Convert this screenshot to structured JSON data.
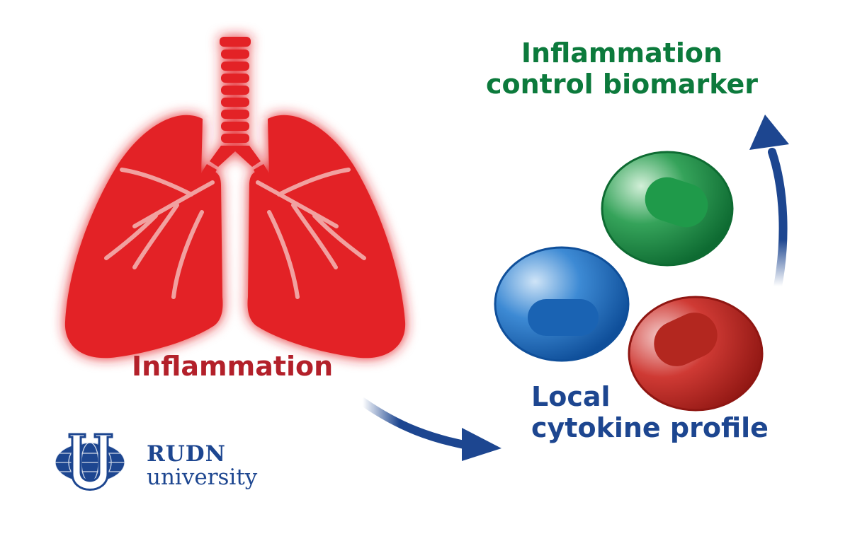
{
  "labels": {
    "inflammation": "Inflammation",
    "biomarker_line1": "Inflammation",
    "biomarker_line2": "control biomarker",
    "cytokine_line1": "Local",
    "cytokine_line2": "cytokine profile"
  },
  "logo": {
    "name": "RUDN",
    "subtitle": "university"
  },
  "colors": {
    "lung_red": "#e32226",
    "inflammation_text": "#b3202a",
    "biomarker_text": "#0c7a3c",
    "cytokine_text": "#1d4690",
    "arrow_blue": "#1d4690",
    "cell_blue": "#1f6fc0",
    "cell_green": "#1f9a4a",
    "cell_red": "#c0261f",
    "logo_blue": "#1d4690"
  }
}
